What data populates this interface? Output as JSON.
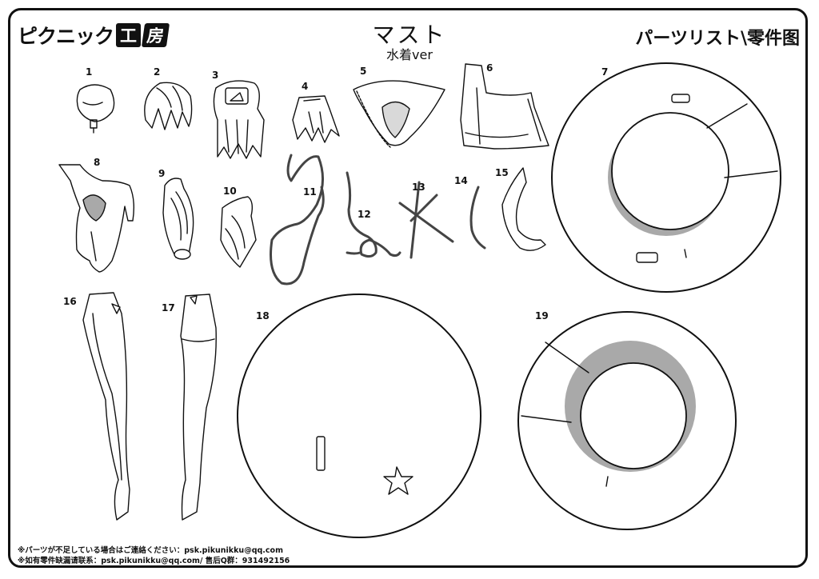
{
  "header": {
    "logo_text": "ピクニック",
    "logo_block1": "工",
    "logo_block2": "房",
    "title": "マスト",
    "subtitle": "水着ver",
    "parts_list": "パーツリスト\\零件图"
  },
  "parts": {
    "p1": "1",
    "p2": "2",
    "p3": "3",
    "p4": "4",
    "p5": "5",
    "p6": "6",
    "p7": "7",
    "p8": "8",
    "p9": "9",
    "p10": "10",
    "p11": "11",
    "p12": "12",
    "p13": "13",
    "p14": "14",
    "p15": "15",
    "p16": "16",
    "p17": "17",
    "p18": "18",
    "p19": "19"
  },
  "footer": {
    "line1": "※パーツが不足している場合はご連絡ください：psk.pikunikku@qq.com",
    "line2": "※如有零件缺漏请联系：psk.pikunikku@qq.com/ 售后Q群：931492156"
  },
  "colors": {
    "ink": "#111111",
    "shade": "#a9a9a9",
    "paper": "#ffffff"
  }
}
